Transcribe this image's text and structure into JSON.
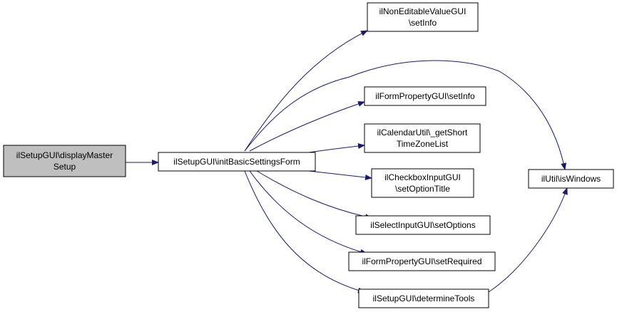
{
  "colors": {
    "edge": "#191970",
    "root_fill": "#bfbfbf",
    "node_fill": "#ffffff",
    "node_border": "#000000"
  },
  "nodes": [
    {
      "id": "displayMasterSetup",
      "lines": [
        "ilSetupGUI\\displayMaster",
        "Setup"
      ],
      "root": true
    },
    {
      "id": "initBasicSettingsForm",
      "lines": [
        "ilSetupGUI\\initBasicSettingsForm"
      ]
    },
    {
      "id": "nonEditableSetInfo",
      "lines": [
        "ilNonEditableValueGUI",
        "\\setInfo"
      ]
    },
    {
      "id": "formPropertySetInfo",
      "lines": [
        "ilFormPropertyGUI\\setInfo"
      ]
    },
    {
      "id": "getShortTimeZoneList",
      "lines": [
        "ilCalendarUtil\\_getShort",
        "TimeZoneList"
      ]
    },
    {
      "id": "setOptionTitle",
      "lines": [
        "ilCheckboxInputGUI",
        "\\setOptionTitle"
      ]
    },
    {
      "id": "setOptions",
      "lines": [
        "ilSelectInputGUI\\setOptions"
      ]
    },
    {
      "id": "setRequired",
      "lines": [
        "ilFormPropertyGUI\\setRequired"
      ]
    },
    {
      "id": "determineTools",
      "lines": [
        "ilSetupGUI\\determineTools"
      ]
    },
    {
      "id": "isWindows",
      "lines": [
        "ilUtil\\isWindows"
      ]
    }
  ],
  "edges": [
    {
      "from": "displayMasterSetup",
      "to": "initBasicSettingsForm"
    },
    {
      "from": "initBasicSettingsForm",
      "to": "nonEditableSetInfo"
    },
    {
      "from": "initBasicSettingsForm",
      "to": "isWindows"
    },
    {
      "from": "initBasicSettingsForm",
      "to": "formPropertySetInfo"
    },
    {
      "from": "initBasicSettingsForm",
      "to": "getShortTimeZoneList"
    },
    {
      "from": "initBasicSettingsForm",
      "to": "setOptionTitle"
    },
    {
      "from": "initBasicSettingsForm",
      "to": "setOptions"
    },
    {
      "from": "initBasicSettingsForm",
      "to": "setRequired"
    },
    {
      "from": "initBasicSettingsForm",
      "to": "determineTools"
    },
    {
      "from": "determineTools",
      "to": "isWindows"
    }
  ]
}
